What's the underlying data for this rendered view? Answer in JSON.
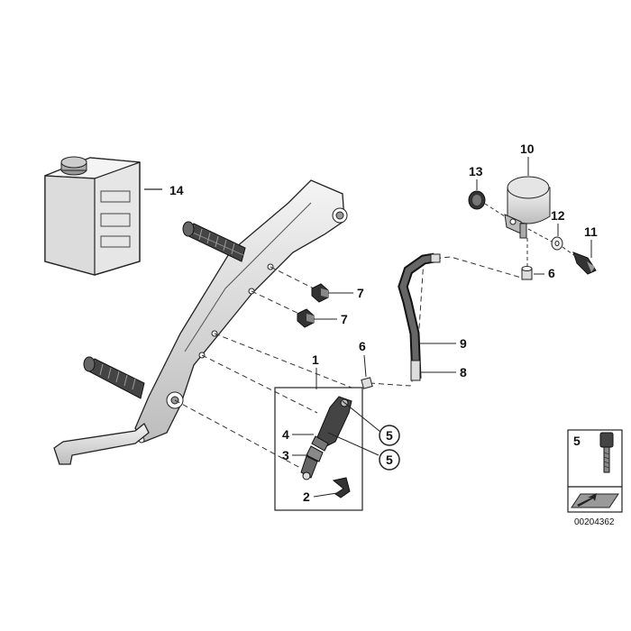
{
  "diagram": {
    "reference_number": "00204362",
    "callouts": [
      {
        "id": "c1",
        "label": "1"
      },
      {
        "id": "c2",
        "label": "2"
      },
      {
        "id": "c3",
        "label": "3"
      },
      {
        "id": "c4",
        "label": "4"
      },
      {
        "id": "c5a",
        "label": "5"
      },
      {
        "id": "c5b",
        "label": "5"
      },
      {
        "id": "c6a",
        "label": "6"
      },
      {
        "id": "c6b",
        "label": "6"
      },
      {
        "id": "c7a",
        "label": "7"
      },
      {
        "id": "c7b",
        "label": "7"
      },
      {
        "id": "c8",
        "label": "8"
      },
      {
        "id": "c9",
        "label": "9"
      },
      {
        "id": "c10",
        "label": "10"
      },
      {
        "id": "c11",
        "label": "11"
      },
      {
        "id": "c12",
        "label": "12"
      },
      {
        "id": "c13",
        "label": "13"
      },
      {
        "id": "c14",
        "label": "14"
      }
    ],
    "legend": {
      "number": "5"
    }
  }
}
